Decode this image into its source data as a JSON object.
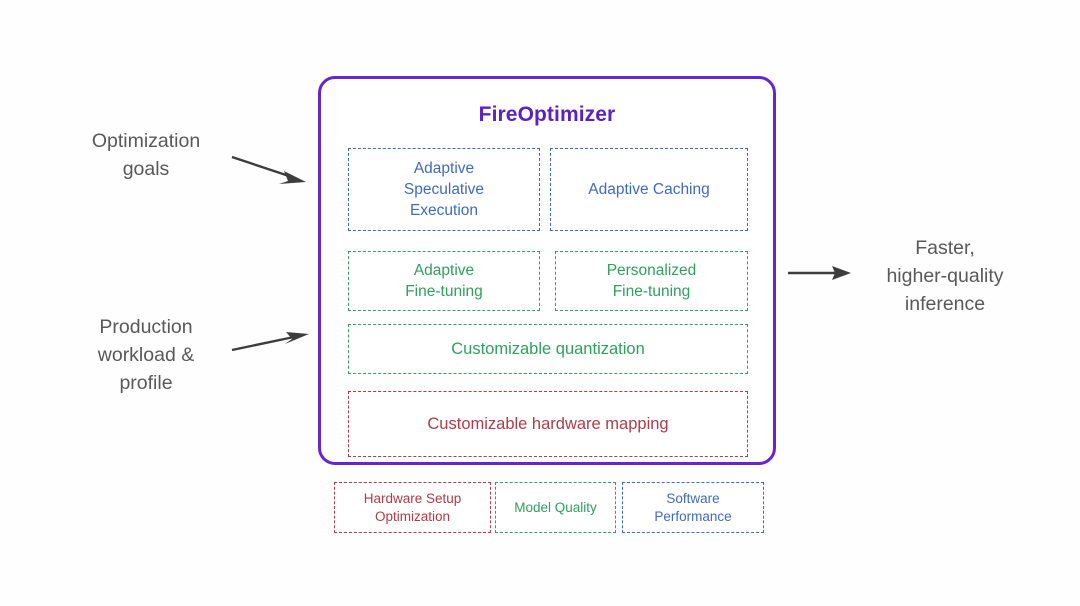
{
  "diagram": {
    "title": "FireOptimizer",
    "title_color": "#5b21c9",
    "container_border_color": "#6724d4",
    "background_color": "#fefefe"
  },
  "inputs": [
    {
      "id": "optimization-goals",
      "label": "Optimization\ngoals"
    },
    {
      "id": "production-workload",
      "label": "Production\nworkload &\nprofile"
    }
  ],
  "output": {
    "id": "faster-inference",
    "label": "Faster,\nhigher-quality\ninference"
  },
  "features": {
    "software_performance": [
      {
        "id": "adaptive-speculative-execution",
        "label": "Adaptive\nSpeculative\nExecution",
        "color": "#3f6ac4"
      },
      {
        "id": "adaptive-caching",
        "label": "Adaptive Caching",
        "color": "#3f6ac4"
      }
    ],
    "model_quality": [
      {
        "id": "adaptive-fine-tuning",
        "label": "Adaptive\nFine-tuning",
        "color": "#2fa05e"
      },
      {
        "id": "personalized-fine-tuning",
        "label": "Personalized\nFine-tuning",
        "color": "#2fa05e"
      },
      {
        "id": "customizable-quantization",
        "label": "Customizable quantization",
        "color": "#2fa05e"
      }
    ],
    "hardware_setup": [
      {
        "id": "customizable-hardware-mapping",
        "label": "Customizable hardware mapping",
        "color": "#b33a46"
      }
    ]
  },
  "legend": [
    {
      "id": "hardware-setup-optimization",
      "label": "Hardware Setup\nOptimization",
      "color": "#b33a46"
    },
    {
      "id": "model-quality",
      "label": "Model Quality",
      "color": "#2fa05e"
    },
    {
      "id": "software-performance",
      "label": "Software\nPerformance",
      "color": "#3f6ac4"
    }
  ],
  "arrows": {
    "color": "#3d3d3d",
    "input_goals": "arrow-right-down",
    "input_workload": "arrow-right-up",
    "output": "arrow-right"
  }
}
